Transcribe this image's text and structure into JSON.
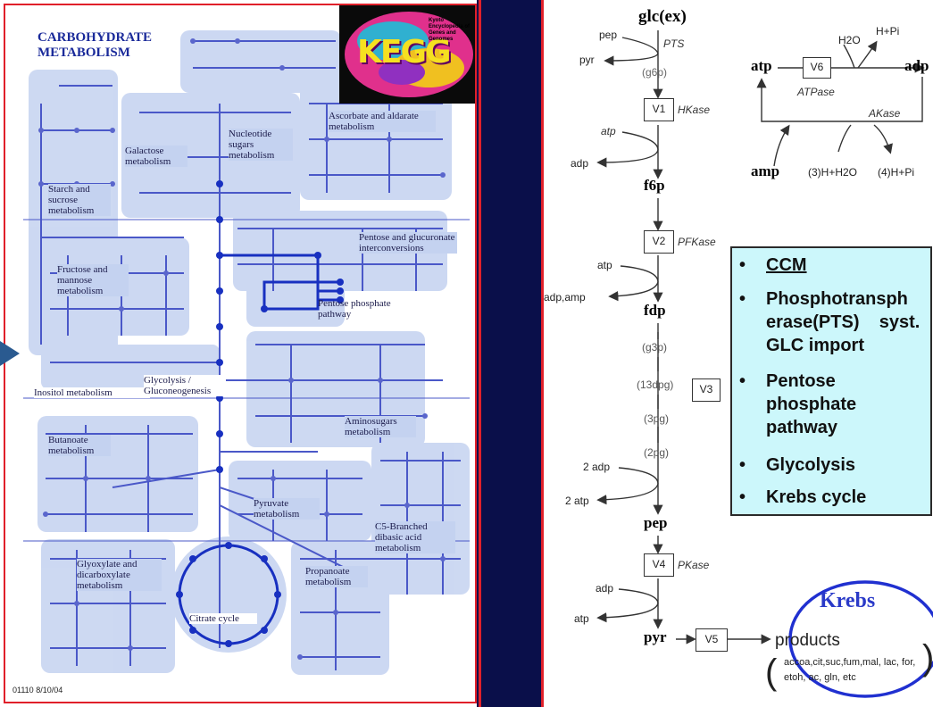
{
  "left_panel": {
    "title_line1": "CARBOHYDRATE",
    "title_line2": "METABOLISM",
    "logo_text": "KEGG",
    "logo_subtext": "Kyoto Encyclopedia of Genes and Genomes",
    "footer": "01110  8/10/04",
    "labels": {
      "starch": "Starch and sucrose metabolism",
      "galactose": "Galactose metabolism",
      "nucleotide": "Nucleotide sugars metabolism",
      "ascorbate": "Ascorbate and aldarate metabolism",
      "fructose": "Fructose and mannose metabolism",
      "pentose_gluc": "Pentose and glucuronate interconversions",
      "pentose_phosphate": "Pentose phosphate pathway",
      "inositol": "Inositol metabolism",
      "glycolysis": "Glycolysis / Gluconeogenesis",
      "aminosugars": "Aminosugars metabolism",
      "butanoate": "Butanoate metabolism",
      "pyruvate": "Pyruvate metabolism",
      "c5": "C5-Branched dibasic acid metabolism",
      "glyoxylate": "Glyoxylate and dicarboxylate metabolism",
      "propanoate": "Propanoate metabolism",
      "citrate": "Citrate cycle"
    }
  },
  "pathway": {
    "glc": "glc(ex)",
    "pep_in": "pep",
    "pyr_out": "pyr",
    "pts": "PTS",
    "g6p": "(g6p)",
    "v1": "V1",
    "hkase": "HKase",
    "atp1": "atp",
    "adp1": "adp",
    "f6p": "f6p",
    "v2": "V2",
    "pfkase": "PFKase",
    "atp2": "atp",
    "adp_amp": "adp,amp",
    "fdp": "fdp",
    "g3p": "(g3p)",
    "dpg13": "(13dpg)",
    "v3": "V3",
    "pg3": "(3pg)",
    "pg2": "(2pg)",
    "adp2": "2 adp",
    "atp3": "2 atp",
    "pep": "pep",
    "v4": "V4",
    "pkase": "PKase",
    "adp4": "adp",
    "atp4": "atp",
    "pyr": "pyr",
    "v5": "V5",
    "products": "products",
    "products_list": "accoa,cit,suc,fum,mal, lac, for, etoh, ac, gln, etc",
    "krebs": "Krebs"
  },
  "atp_cycle": {
    "atp": "atp",
    "adp": "adp",
    "amp": "amp",
    "v6": "V6",
    "atpase": "ATPase",
    "akase": "AKase",
    "h2o": "H2O",
    "hpi": "H+Pi",
    "h_h2o3": "(3)H+H2O",
    "h_pi4": "(4)H+Pi"
  },
  "summary": {
    "items": [
      {
        "bullet": "•",
        "lines": [
          "CCM"
        ]
      },
      {
        "bullet": "•",
        "lines": [
          "Phosphotransph",
          "erase(PTS)    syst.",
          "GLC import"
        ]
      },
      {
        "bullet": "•",
        "lines": [
          "Pentose",
          "phosphate",
          "pathway"
        ]
      },
      {
        "bullet": "•",
        "lines": [
          "Glycolysis"
        ]
      },
      {
        "bullet": "•",
        "lines": [
          "Krebs cycle"
        ]
      }
    ]
  },
  "colors": {
    "divider": "#0a0f4a",
    "border_red": "#e0202a",
    "map_blue": "#4050c8",
    "map_fill": "#c4d2f0",
    "summary_bg": "#ccf7fb",
    "krebs_ellipse": "#2030d0",
    "nav_arrow": "#2a5a90"
  }
}
